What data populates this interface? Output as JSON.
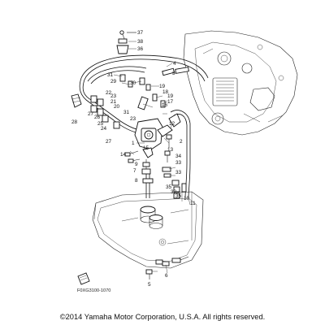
{
  "diagram": {
    "callouts": [
      {
        "label": "37"
      },
      {
        "label": "38"
      },
      {
        "label": "36"
      },
      {
        "label": "4"
      },
      {
        "label": "3"
      },
      {
        "label": "31"
      },
      {
        "label": "29"
      },
      {
        "label": "30"
      },
      {
        "label": "19"
      },
      {
        "label": "18"
      },
      {
        "label": "19"
      },
      {
        "label": "17"
      },
      {
        "label": "16"
      },
      {
        "label": "22"
      },
      {
        "label": "23"
      },
      {
        "label": "21"
      },
      {
        "label": "20"
      },
      {
        "label": "27"
      },
      {
        "label": "26"
      },
      {
        "label": "28"
      },
      {
        "label": "25"
      },
      {
        "label": "24"
      },
      {
        "label": "31"
      },
      {
        "label": "23"
      },
      {
        "label": "27"
      },
      {
        "label": "12"
      },
      {
        "label": "1"
      },
      {
        "label": "15"
      },
      {
        "label": "13"
      },
      {
        "label": "2"
      },
      {
        "label": "14"
      },
      {
        "label": "9"
      },
      {
        "label": "7"
      },
      {
        "label": "8"
      },
      {
        "label": "34"
      },
      {
        "label": "33"
      },
      {
        "label": "33"
      },
      {
        "label": "35"
      },
      {
        "label": "32"
      },
      {
        "label": "35"
      },
      {
        "label": "10"
      },
      {
        "label": "11"
      },
      {
        "label": "5"
      },
      {
        "label": "6"
      }
    ],
    "figure_ref": "F0XG3100-1070",
    "copyright": "©2014 Yamaha Motor Corporation, U.S.A. All rights reserved."
  }
}
